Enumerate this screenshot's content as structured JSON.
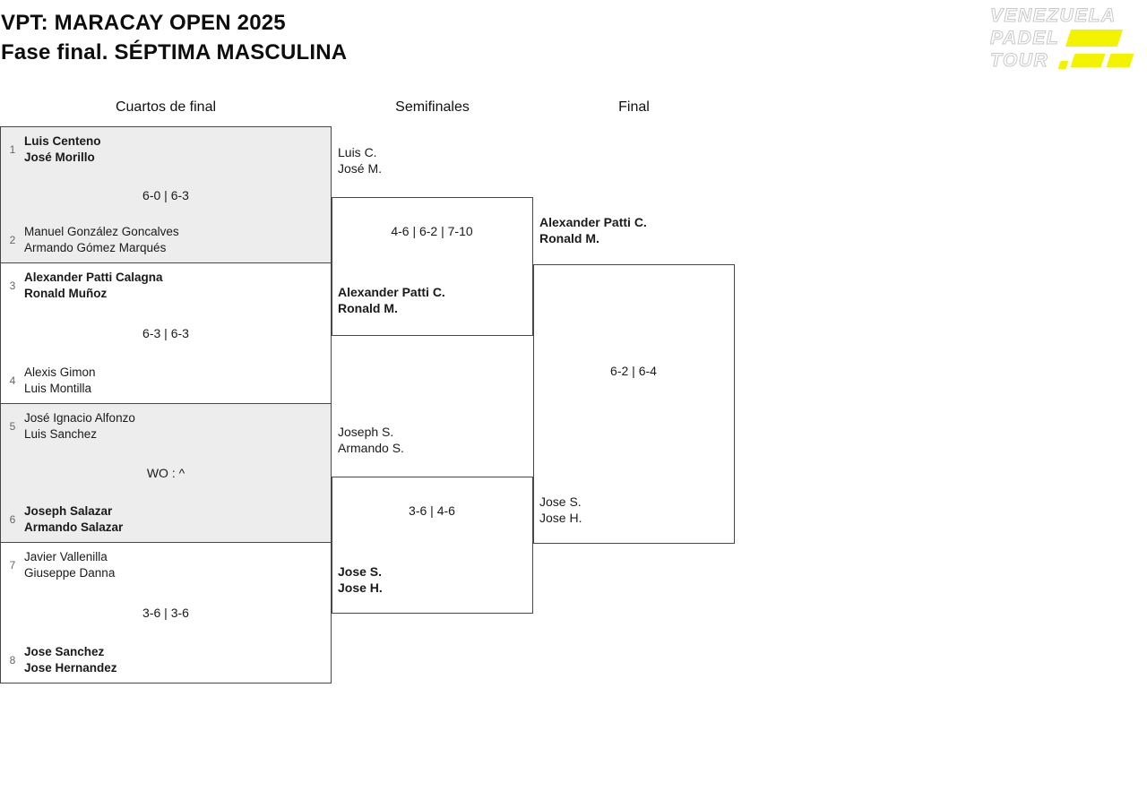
{
  "header": {
    "title_line1": "VPT: MARACAY OPEN 2025",
    "title_line2": "Fase final. SÉPTIMA MASCULINA"
  },
  "logo": {
    "line1": "VENEZUELA",
    "line2": "PADEL",
    "line3": "TOUR",
    "accent_color": "#f3f300"
  },
  "columns": [
    {
      "label": "Cuartos de final"
    },
    {
      "label": "Semifinales"
    },
    {
      "label": "Final"
    }
  ],
  "chart_data": {
    "type": "table",
    "title": "VPT: MARACAY OPEN 2025 — Fase final. SÉPTIMA MASCULINA",
    "rounds": [
      "Cuartos de final",
      "Semifinales",
      "Final"
    ],
    "quarterfinals": [
      {
        "score": "6-0 | 6-3",
        "team1": {
          "seed": "1",
          "player1": "Luis Centeno",
          "player2": "José Morillo",
          "winner": true
        },
        "team2": {
          "seed": "2",
          "player1": "Manuel González Goncalves",
          "player2": "Armando Gómez Marqués",
          "winner": false
        }
      },
      {
        "score": "6-3 | 6-3",
        "team1": {
          "seed": "3",
          "player1": "Alexander Patti Calagna",
          "player2": "Ronald Muñoz",
          "winner": true
        },
        "team2": {
          "seed": "4",
          "player1": "Alexis Gimon",
          "player2": "Luis Montilla",
          "winner": false
        }
      },
      {
        "score": "WO : ^",
        "team1": {
          "seed": "5",
          "player1": "José Ignacio Alfonzo",
          "player2": "Luis Sanchez",
          "winner": false
        },
        "team2": {
          "seed": "6",
          "player1": "Joseph Salazar",
          "player2": "Armando Salazar",
          "winner": true
        }
      },
      {
        "score": "3-6 | 3-6",
        "team1": {
          "seed": "7",
          "player1": "Javier Vallenilla",
          "player2": "Giuseppe Danna",
          "winner": false
        },
        "team2": {
          "seed": "8",
          "player1": "Jose Sanchez",
          "player2": "Jose Hernandez",
          "winner": true
        }
      }
    ],
    "semifinals": [
      {
        "score": "4-6 | 6-2 | 7-10",
        "team1": {
          "player1": "Luis C.",
          "player2": "José M.",
          "winner": false
        },
        "team2": {
          "player1": "Alexander Patti C.",
          "player2": "Ronald M.",
          "winner": true
        }
      },
      {
        "score": "3-6 | 4-6",
        "team1": {
          "player1": "Joseph S.",
          "player2": "Armando S.",
          "winner": false
        },
        "team2": {
          "player1": "Jose S.",
          "player2": "Jose H.",
          "winner": true
        }
      }
    ],
    "final": {
      "score": "6-2 | 6-4",
      "team1": {
        "player1": "Alexander Patti C.",
        "player2": "Ronald M.",
        "winner": true
      },
      "team2": {
        "player1": "Jose S.",
        "player2": "Jose H.",
        "winner": false
      }
    }
  }
}
